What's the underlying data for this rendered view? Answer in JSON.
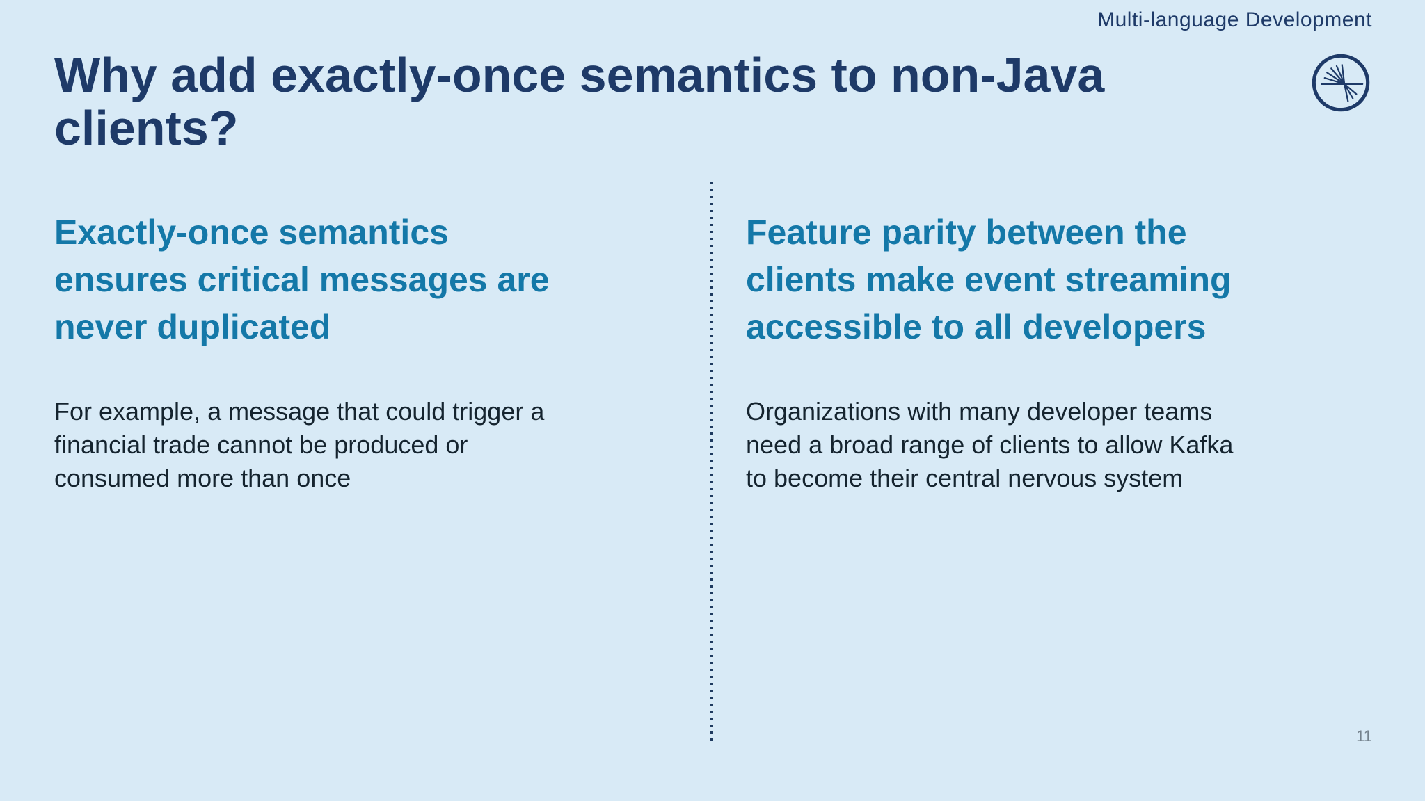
{
  "slide": {
    "eyebrow": "Multi-language Development",
    "title": "Why add exactly-once semantics to non-Java\nclients?",
    "page_number": "11",
    "logo_icon": "confluent-spark-logo"
  },
  "columns": {
    "left": {
      "heading": "Exactly-once semantics\nensures critical messages are\nnever duplicated",
      "body": "For example, a message that could trigger a\nfinancial trade cannot be produced or\nconsumed more than once"
    },
    "right": {
      "heading": "Feature parity between the\nclients make event streaming\naccessible to all developers",
      "body": "Organizations with many developer teams\nneed a broad range of clients to allow Kafka\nto become their central nervous system"
    }
  },
  "colors": {
    "background": "#d8eaf6",
    "title_navy": "#1e3a68",
    "heading_teal": "#1478a8",
    "body_dark": "#15242f",
    "page_number_gray": "#74828d",
    "divider_dot": "#1e3a5f"
  }
}
